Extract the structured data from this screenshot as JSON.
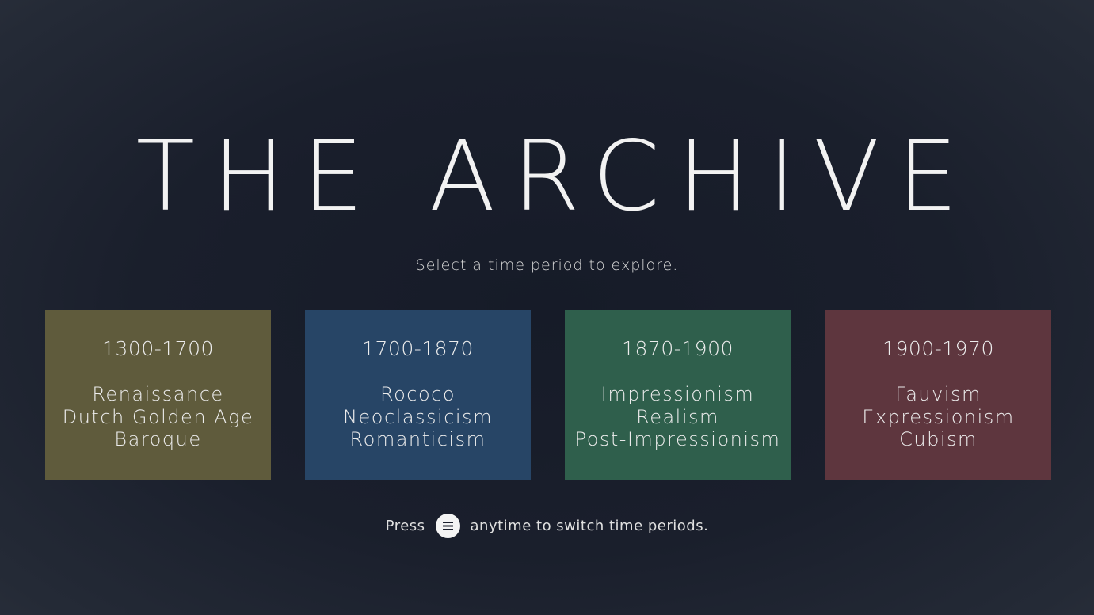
{
  "title": "THE ARCHIVE",
  "subtitle": "Select a time period to explore.",
  "periods": [
    {
      "years": "1300-1700",
      "color": "#5f5b3c",
      "movements": [
        "Renaissance",
        "Dutch Golden Age",
        "Baroque"
      ]
    },
    {
      "years": "1700-1870",
      "color": "#274566",
      "movements": [
        "Rococo",
        "Neoclassicism",
        "Romanticism"
      ]
    },
    {
      "years": "1870-1900",
      "color": "#2f5f4c",
      "movements": [
        "Impressionism",
        "Realism",
        "Post-Impressionism"
      ]
    },
    {
      "years": "1900-1970",
      "color": "#5e363e",
      "movements": [
        "Fauvism",
        "Expressionism",
        "Cubism"
      ]
    }
  ],
  "footer": {
    "press_label": "Press",
    "rest_label": "anytime to switch time periods.",
    "icon": "menu-icon"
  }
}
